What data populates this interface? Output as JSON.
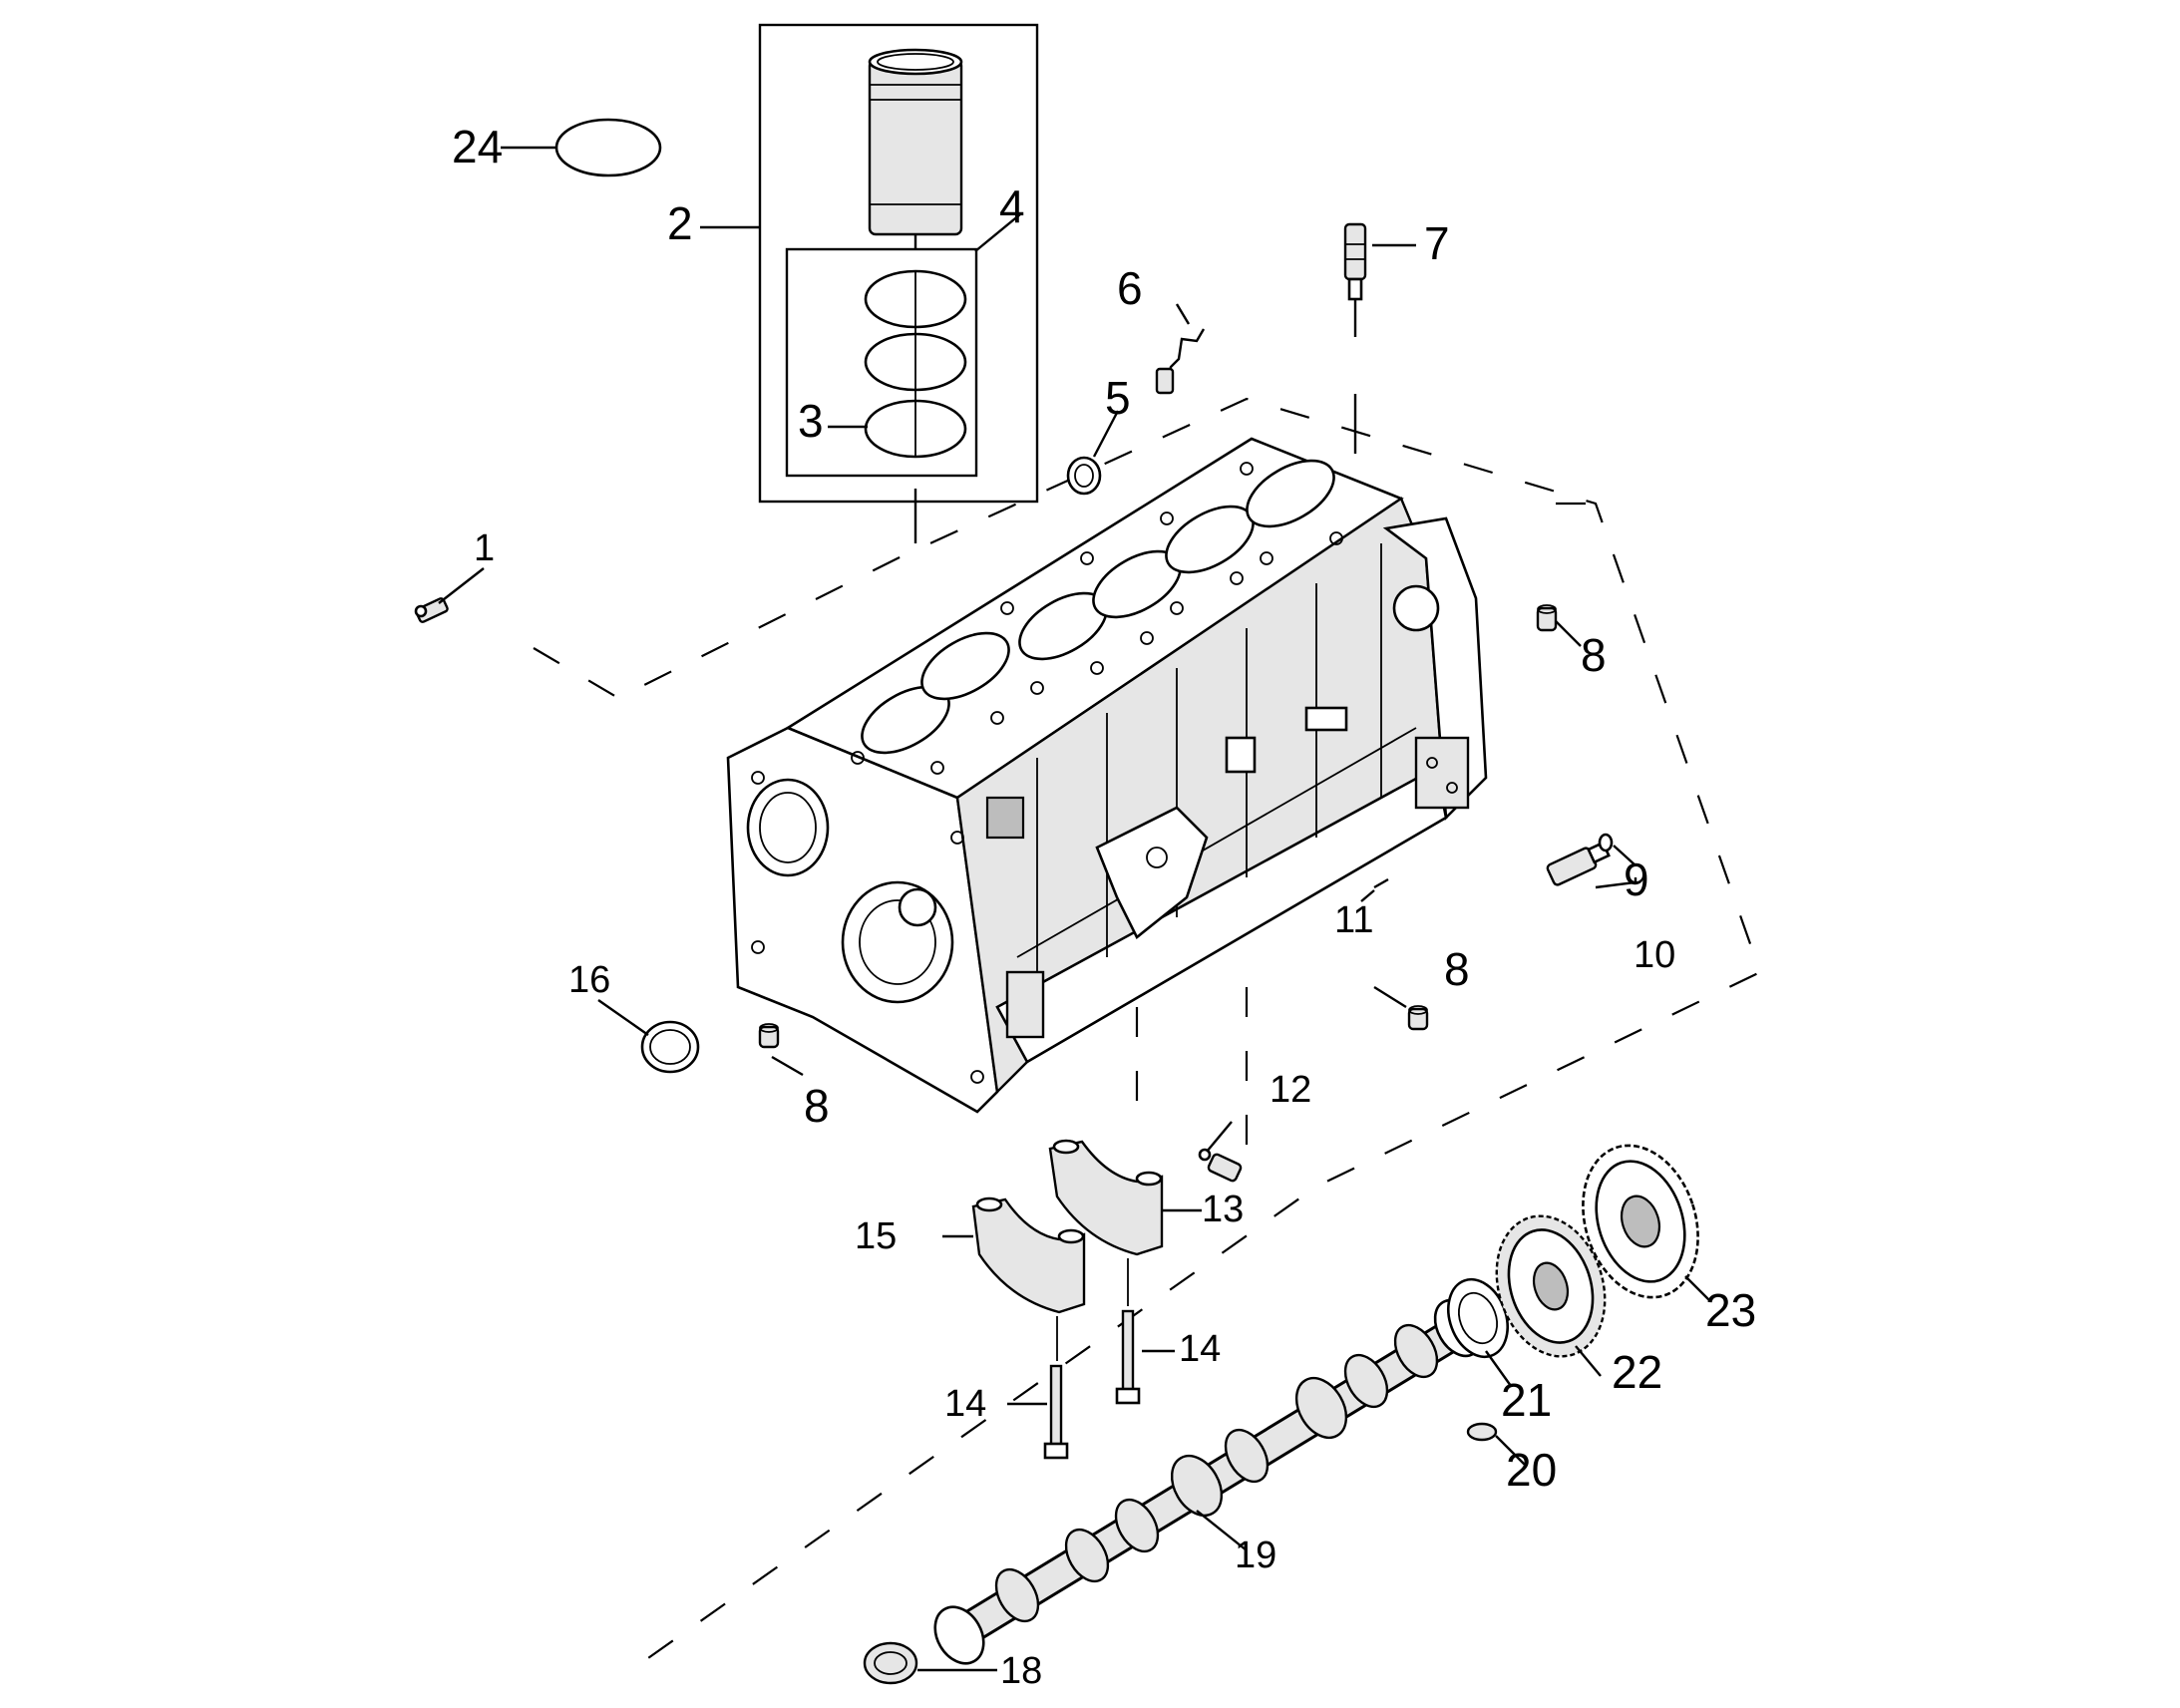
{
  "callouts": [
    {
      "id": "c1",
      "label": "1"
    },
    {
      "id": "c2",
      "label": "2"
    },
    {
      "id": "c3",
      "label": "3"
    },
    {
      "id": "c4",
      "label": "4"
    },
    {
      "id": "c5",
      "label": "5"
    },
    {
      "id": "c6",
      "label": "6"
    },
    {
      "id": "c7",
      "label": "7"
    },
    {
      "id": "c8a",
      "label": "8"
    },
    {
      "id": "c8b",
      "label": "8"
    },
    {
      "id": "c8c",
      "label": "8"
    },
    {
      "id": "c9",
      "label": "9"
    },
    {
      "id": "c10",
      "label": "10"
    },
    {
      "id": "c11",
      "label": "11"
    },
    {
      "id": "c12",
      "label": "12"
    },
    {
      "id": "c13",
      "label": "13"
    },
    {
      "id": "c14a",
      "label": "14"
    },
    {
      "id": "c14b",
      "label": "14"
    },
    {
      "id": "c15",
      "label": "15"
    },
    {
      "id": "c16",
      "label": "16"
    },
    {
      "id": "c18",
      "label": "18"
    },
    {
      "id": "c19",
      "label": "19"
    },
    {
      "id": "c20",
      "label": "20"
    },
    {
      "id": "c21",
      "label": "21"
    },
    {
      "id": "c22",
      "label": "22"
    },
    {
      "id": "c23",
      "label": "23"
    },
    {
      "id": "c24",
      "label": "24"
    }
  ]
}
